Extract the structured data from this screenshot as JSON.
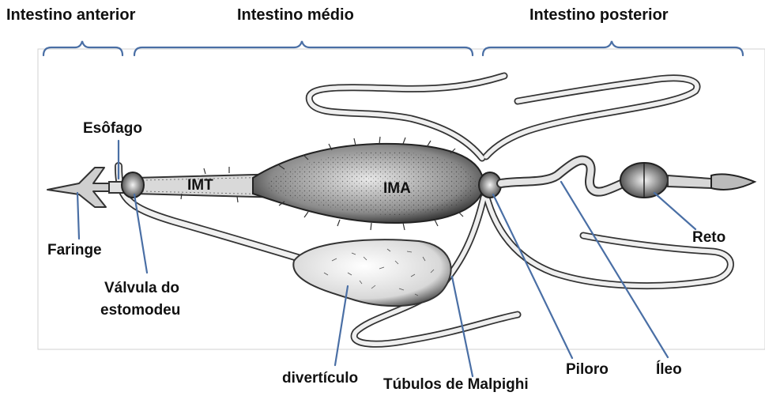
{
  "sections": {
    "anterior": "Intestino anterior",
    "medio": "Intestino médio",
    "posterior": "Intestino posterior"
  },
  "labels": {
    "esofago": "Esôfago",
    "faringe": "Faringe",
    "valvula_line1": "Válvula do",
    "valvula_line2": "estomodeu",
    "imt": "IMT",
    "ima": "IMA",
    "reto": "Reto",
    "diverticulo": "divertículo",
    "tubulos": "Túbulos de Malpighi",
    "piloro": "Piloro",
    "ileo": "Íleo"
  },
  "colors": {
    "bracket": "#4a6fa5",
    "leader": "#4a6fa5",
    "organ_fill": "#e9e9e9",
    "organ_stroke": "#333333",
    "stipple": "#3a3a3a"
  }
}
